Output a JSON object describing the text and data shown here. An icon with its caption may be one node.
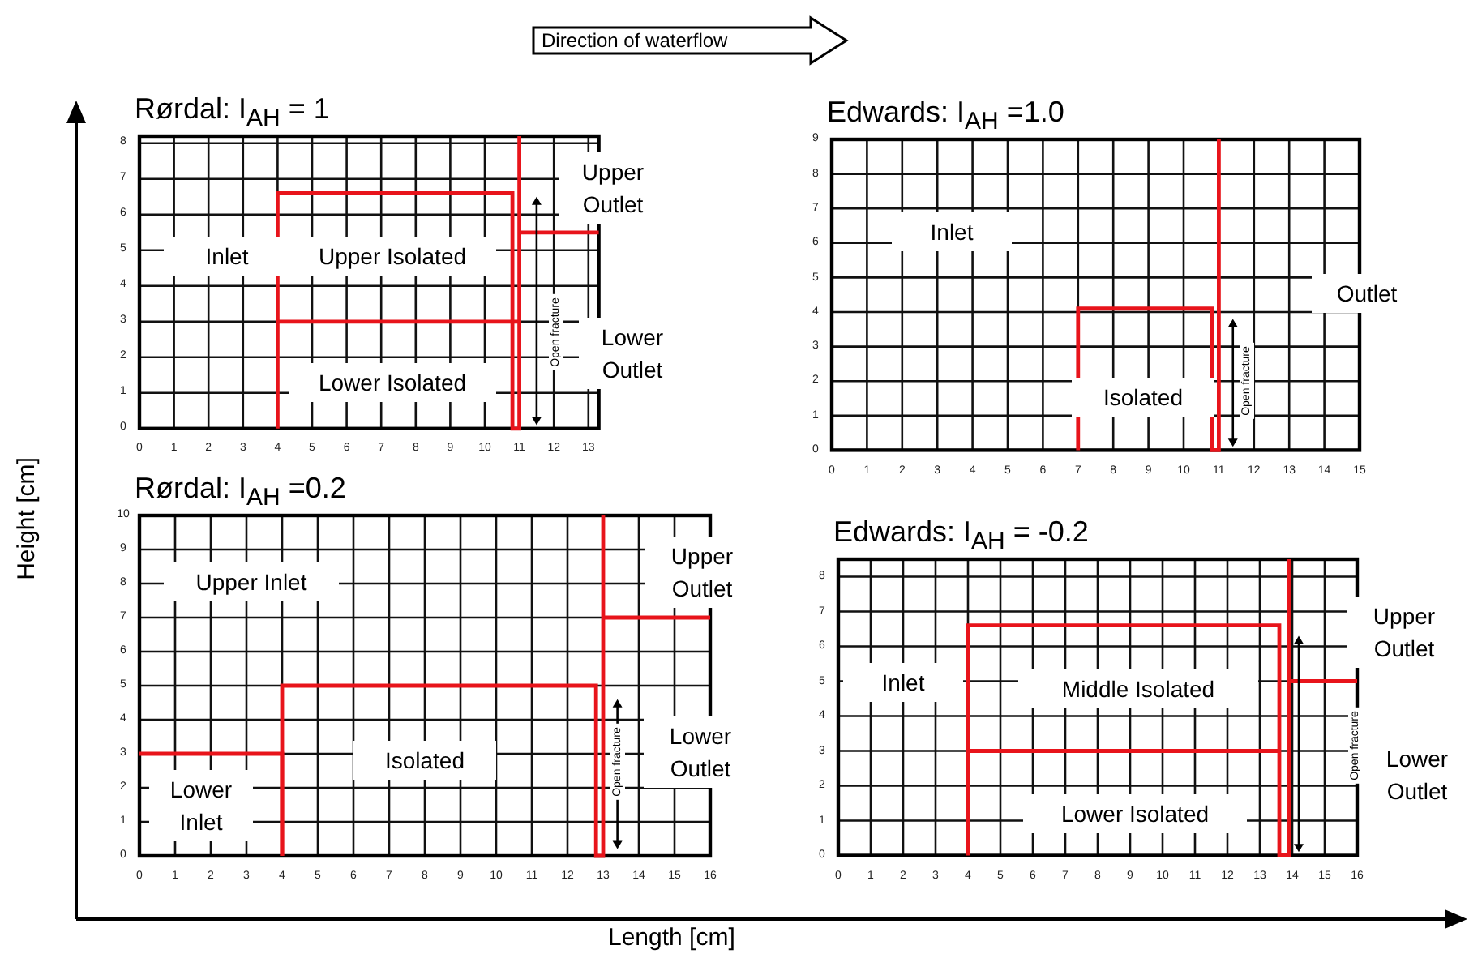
{
  "diagram": {
    "nodes": [
      {
        "text": [
          "Rørdal: I$_{AH}$ = 1"
        ]
      },
      {
        "text": [
          "Inlet"
        ],
        "in": 0
      },
      {
        "text": [
          "Upper Isolated"
        ],
        "in": 0
      },
      {
        "text": [
          "Upper Outlet"
        ]
      },
      {
        "text": [
          "Open fracture"
        ],
        "in": 0
      },
      {
        "text": [
          "Lower Outlet"
        ]
      },
      {
        "text": [
          "Lower Isolated"
        ],
        "in": 0
      },
      {
        "text": [
          "Edwards: I$_{AH}$ =1.0"
        ]
      },
      {
        "text": [
          "Inlet"
        ],
        "in": 7
      },
      {
        "text": [
          "Outlet"
        ]
      },
      {
        "text": [
          "Isolated"
        ],
        "in": 7
      },
      {
        "text": [
          "Open fracture"
        ],
        "in": 7
      },
      {
        "text": [
          "Rørdal: I$_{AH}$ =0.2"
        ]
      },
      {
        "text": [
          "Upper Inlet"
        ],
        "in": 12
      },
      {
        "text": [
          "Upper Outlet"
        ]
      },
      {
        "text": [
          "Isolated"
        ],
        "in": 12
      },
      {
        "text": [
          "Open fracture"
        ],
        "in": 12
      },
      {
        "text": [
          "Lower Outlet"
        ]
      },
      {
        "text": [
          "Lower Inlet"
        ],
        "in": 12
      },
      {
        "text": [
          "Edwards: I$_{AH}$ = -0.2"
        ]
      },
      {
        "text": [
          "Upper Outlet"
        ]
      },
      {
        "text": [
          "Inlet"
        ],
        "in": 19
      },
      {
        "text": [
          "Middle Isolated"
        ],
        "in": 19
      },
      {
        "text": [
          "Open fracture"
        ],
        "in": 19
      },
      {
        "text": [
          "Lower Outlet"
        ]
      },
      {
        "text": [
          "Lower Isolated"
        ],
        "in": 19
      }
    ],
    "labels": [
      "Direction of waterflow",
      "Height [cm]",
      "8",
      "7",
      "6",
      "5",
      "4",
      "3",
      "2",
      "1",
      "0",
      "0",
      "1",
      "2",
      "3",
      "4",
      "5",
      "6",
      "7",
      "8",
      "9",
      "10",
      "11",
      "12",
      "13",
      "9",
      "8",
      "7",
      "6",
      "5",
      "4",
      "3",
      "2",
      "1",
      "0",
      "0",
      "1",
      "2",
      "3",
      "4",
      "5",
      "6",
      "7",
      "8",
      "9",
      "10",
      "11",
      "12",
      "13",
      "14",
      "15",
      "10",
      "9",
      "8",
      "7",
      "6",
      "5",
      "4",
      "3",
      "2",
      "1",
      "0",
      "0",
      "1",
      "2",
      "3",
      "4",
      "5",
      "6",
      "7",
      "8",
      "9",
      "10",
      "11",
      "12",
      "13",
      "14",
      "15",
      "16",
      "8",
      "7",
      "6",
      "5",
      "4",
      "3",
      "2",
      "1",
      "0",
      "0",
      "1",
      "2",
      "3",
      "4",
      "5",
      "6",
      "7",
      "8",
      "9",
      "10",
      "11",
      "12",
      "13",
      "14",
      "15",
      "16",
      "Length [cm]"
    ]
  }
}
